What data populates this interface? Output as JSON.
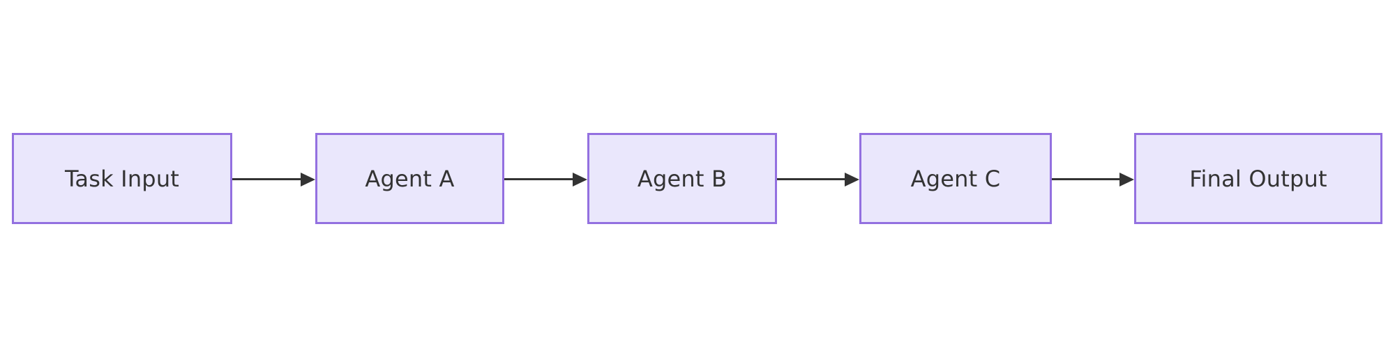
{
  "diagram": {
    "type": "flowchart",
    "orientation": "left-to-right",
    "title": "",
    "background_color": "#ffffff",
    "node_fill_color": "#eae7fc",
    "node_border_color": "#9370e0",
    "node_text_color": "#333333",
    "connector_color": "#333333",
    "nodes": [
      {
        "id": "task-input",
        "label": "Task Input"
      },
      {
        "id": "agent-a",
        "label": "Agent A"
      },
      {
        "id": "agent-b",
        "label": "Agent B"
      },
      {
        "id": "agent-c",
        "label": "Agent C"
      },
      {
        "id": "final-output",
        "label": "Final Output"
      }
    ],
    "edges": [
      {
        "id": "edge-1",
        "from": "task-input",
        "to": "agent-a",
        "label": "",
        "arrow": "arrow-right-icon"
      },
      {
        "id": "edge-2",
        "from": "agent-a",
        "to": "agent-b",
        "label": "",
        "arrow": "arrow-right-icon"
      },
      {
        "id": "edge-3",
        "from": "agent-b",
        "to": "agent-c",
        "label": "",
        "arrow": "arrow-right-icon"
      },
      {
        "id": "edge-4",
        "from": "agent-c",
        "to": "final-output",
        "label": "",
        "arrow": "arrow-right-icon"
      }
    ]
  }
}
